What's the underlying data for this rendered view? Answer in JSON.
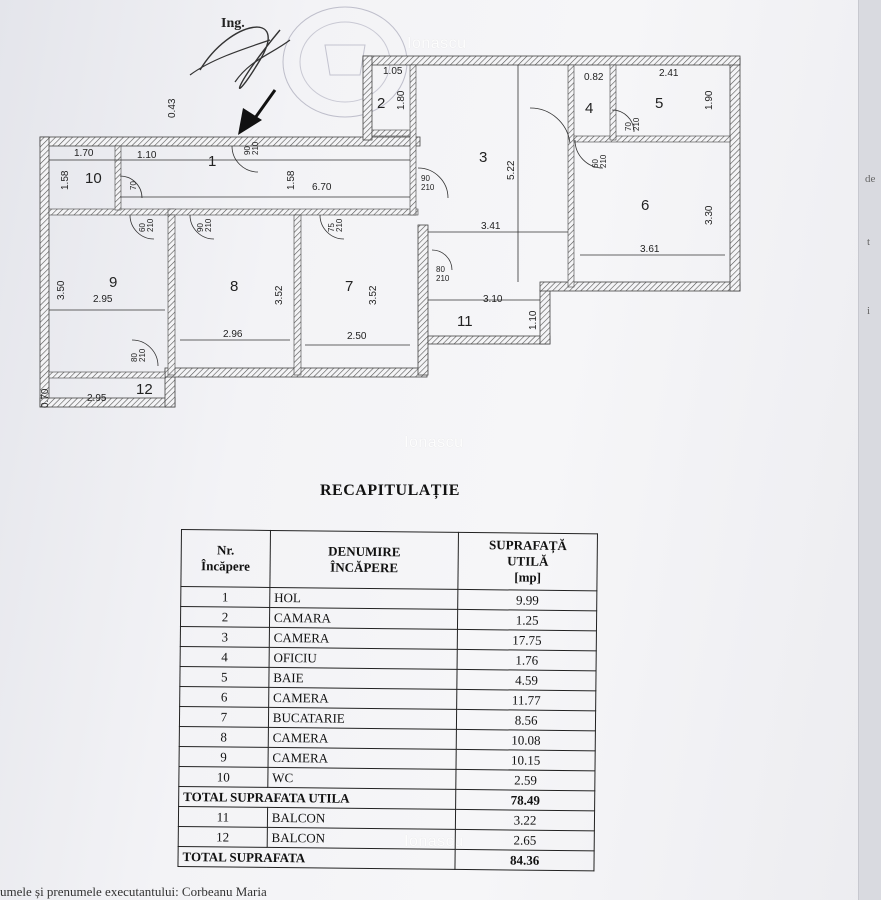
{
  "watermark": "Ionascu",
  "page_edge": [
    "de",
    "t",
    "i"
  ],
  "plan": {
    "ing_label": "Ing.",
    "rooms": [
      "1",
      "2",
      "3",
      "4",
      "5",
      "6",
      "7",
      "8",
      "9",
      "10",
      "11",
      "12"
    ],
    "dims": [
      "1.70",
      "1.10",
      "6.70",
      "2.95",
      "2.96",
      "2.50",
      "3.41",
      "3.10",
      "3.61",
      "1.05",
      "0.82",
      "2.41",
      "2.95",
      "1.58",
      "3.50",
      "3.52",
      "3.52",
      "1.58",
      "5.22",
      "3.30",
      "1.90",
      "1.10",
      "1.80",
      "0.43",
      "0.70"
    ],
    "doors": [
      "90",
      "210",
      "70",
      "60",
      "210",
      "90",
      "210",
      "75",
      "210",
      "90",
      "210",
      "80",
      "210",
      "60",
      "210",
      "70",
      "210",
      "80",
      "210"
    ]
  },
  "recap": {
    "title": "RECAPITULAȚIE",
    "headers": [
      [
        "Nr.",
        "Încăpere"
      ],
      [
        "DENUMIRE",
        "ÎNCĂPERE"
      ],
      [
        "SUPRAFAȚĂ",
        "UTILĂ",
        "[mp]"
      ]
    ],
    "rows": [
      {
        "nr": "1",
        "name": "HOL",
        "area": "9.99"
      },
      {
        "nr": "2",
        "name": "CAMARA",
        "area": "1.25"
      },
      {
        "nr": "3",
        "name": "CAMERA",
        "area": "17.75"
      },
      {
        "nr": "4",
        "name": "OFICIU",
        "area": "1.76"
      },
      {
        "nr": "5",
        "name": "BAIE",
        "area": "4.59"
      },
      {
        "nr": "6",
        "name": "CAMERA",
        "area": "11.77"
      },
      {
        "nr": "7",
        "name": "BUCATARIE",
        "area": "8.56"
      },
      {
        "nr": "8",
        "name": "CAMERA",
        "area": "10.08"
      },
      {
        "nr": "9",
        "name": "CAMERA",
        "area": "10.15"
      },
      {
        "nr": "10",
        "name": "WC",
        "area": "2.59"
      },
      {
        "total": true,
        "name": "TOTAL SUPRAFATA UTILA",
        "area": "78.49"
      },
      {
        "nr": "11",
        "name": "BALCON",
        "area": "3.22"
      },
      {
        "nr": "12",
        "name": "BALCON",
        "area": "2.65"
      },
      {
        "total": true,
        "name": "TOTAL SUPRAFATA",
        "area": "84.36"
      }
    ]
  },
  "footer": "umele și prenumele executantului:   Corbeanu Maria"
}
